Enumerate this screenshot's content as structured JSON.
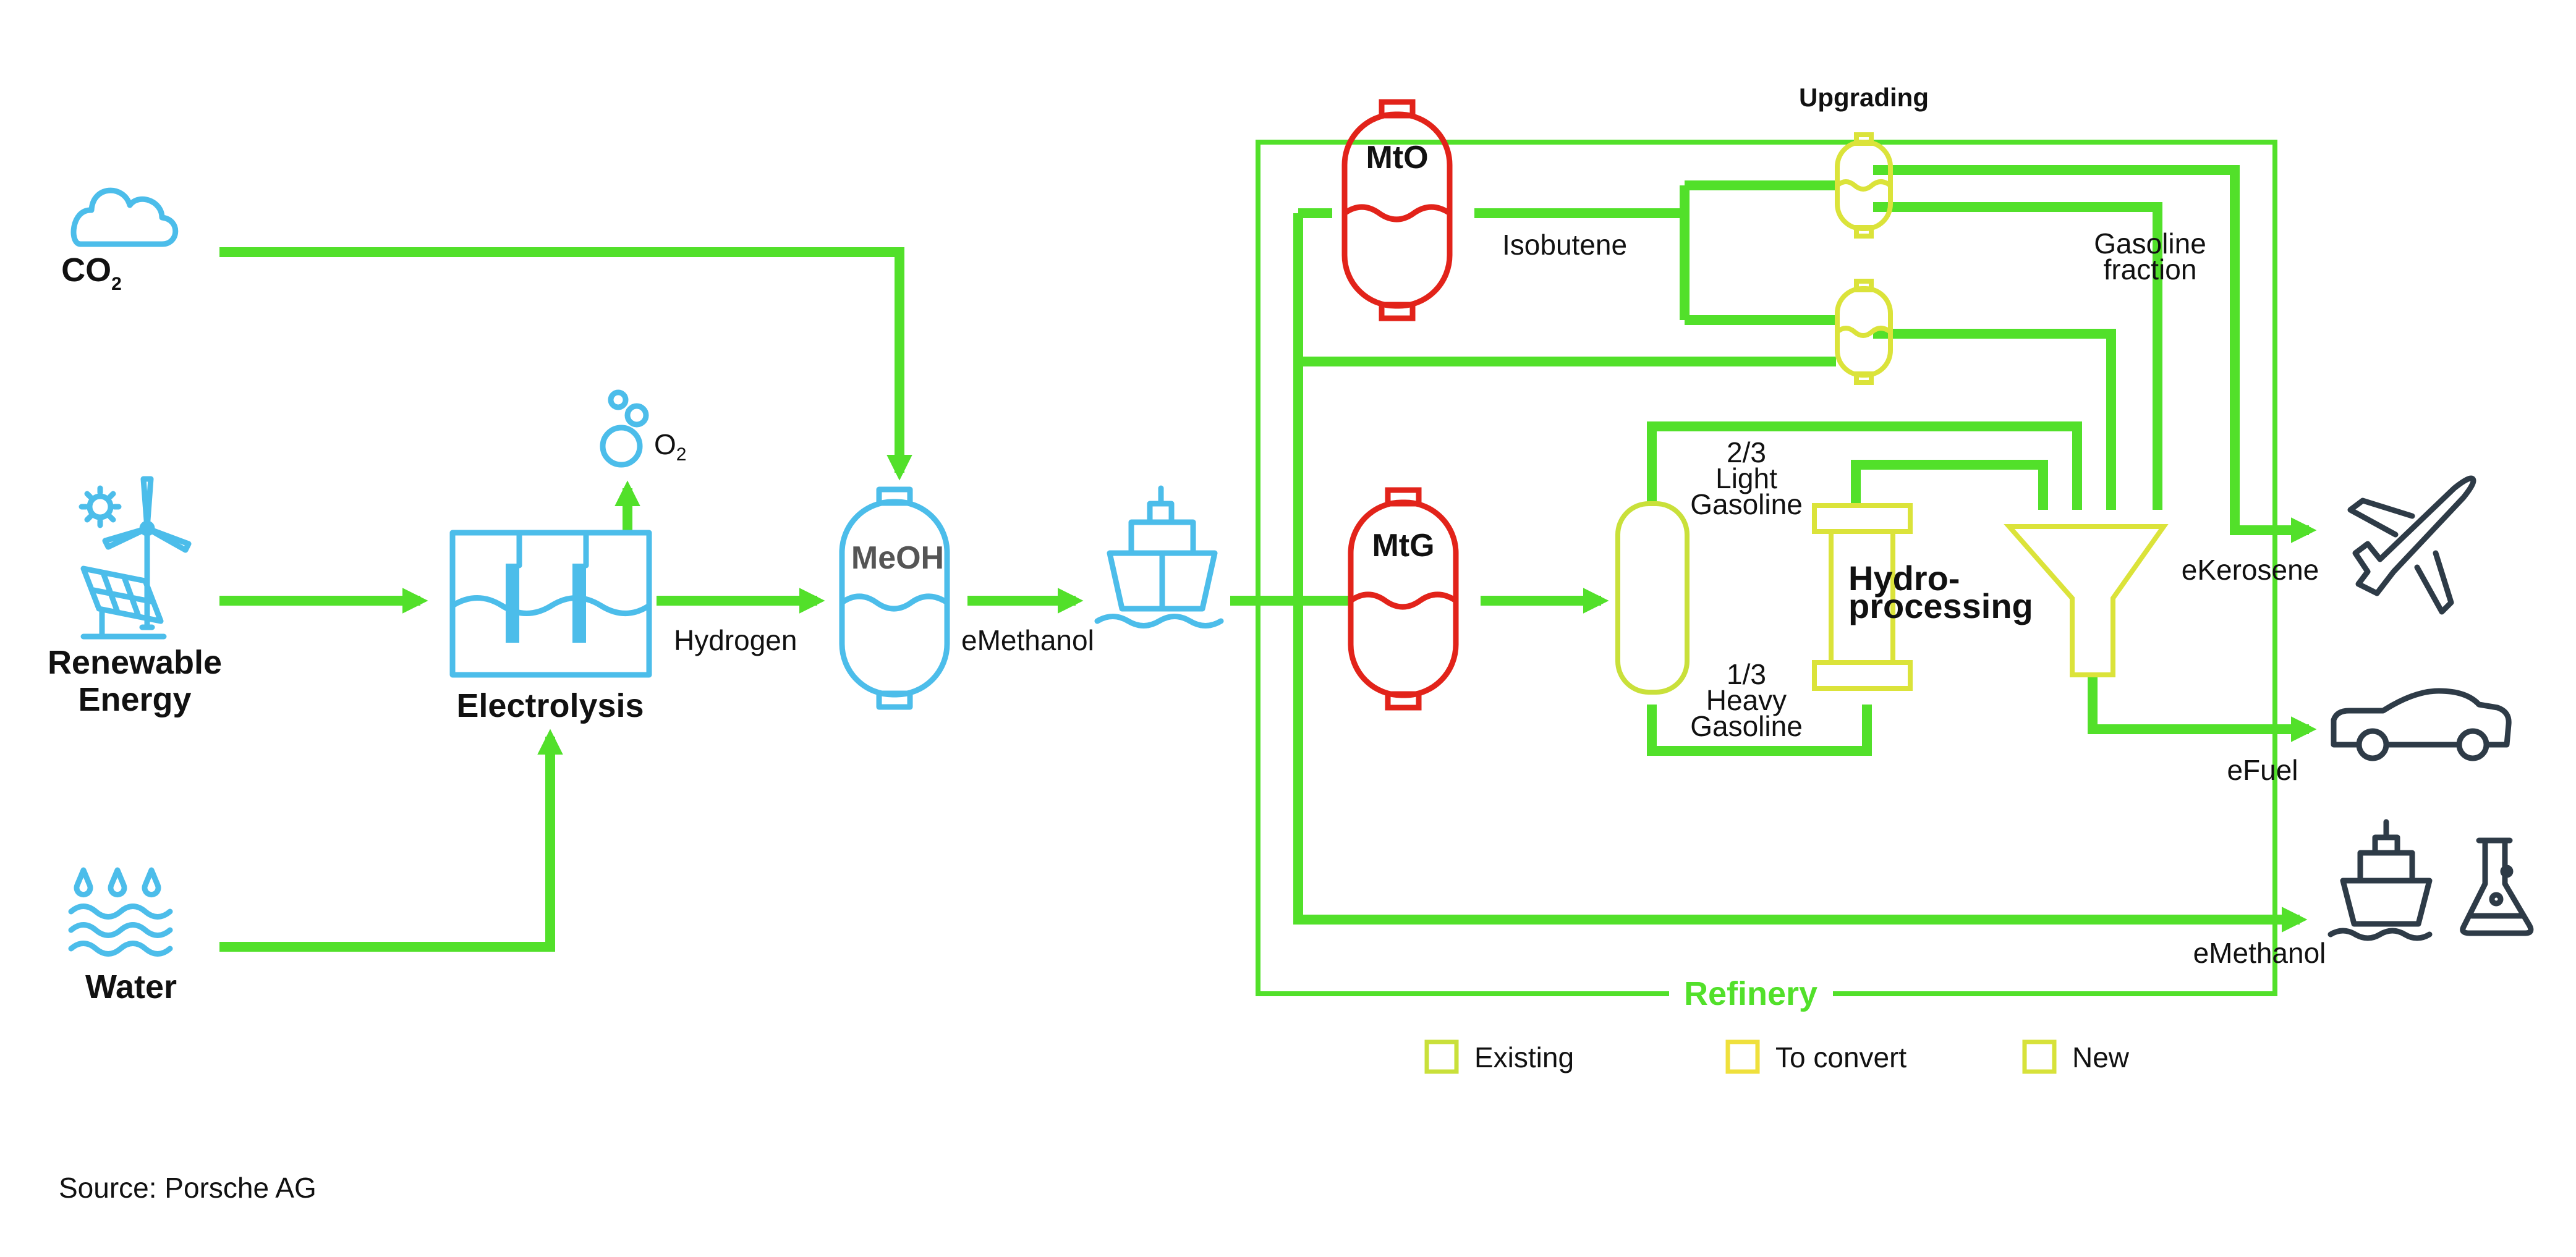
{
  "inputs": {
    "co2_main": "CO",
    "co2_sub": "2",
    "renewable_line1": "Renewable",
    "renewable_line2": "Energy",
    "water": "Water"
  },
  "electrolysis": {
    "title": "Electrolysis",
    "o2_main": "O",
    "o2_sub": "2"
  },
  "flows": {
    "hydrogen": "Hydrogen",
    "emethanol_ship": "eMethanol",
    "isobutene": "Isobutene",
    "light_1": "2/3",
    "light_2": "Light",
    "light_3": "Gasoline",
    "heavy_1": "1/3",
    "heavy_2": "Heavy",
    "heavy_3": "Gasoline",
    "gasoline_1": "Gasoline",
    "gasoline_2": "fraction"
  },
  "units": {
    "meoh": "MeOH",
    "mto": "MtO",
    "mtg": "MtG",
    "upgrading": "Upgrading",
    "hydro_1": "Hydro-",
    "hydro_2": "processing"
  },
  "outputs": {
    "ekerosene": "eKerosene",
    "efuel": "eFuel",
    "emethanol": "eMethanol"
  },
  "refinery": {
    "label": "Refinery"
  },
  "legend": {
    "existing": "Existing",
    "to_convert": "To convert",
    "new": "New"
  },
  "source": "Source: Porsche AG",
  "colors": {
    "flow_green": "#52e02a",
    "input_blue": "#4cbdea",
    "new_unit_red": "#e2231a",
    "existing_green_yellow": "#c9e03a",
    "to_convert_yellow": "#efe03c",
    "new_yellow": "#d7e23a",
    "output_icon_dark": "#2e3b47"
  }
}
